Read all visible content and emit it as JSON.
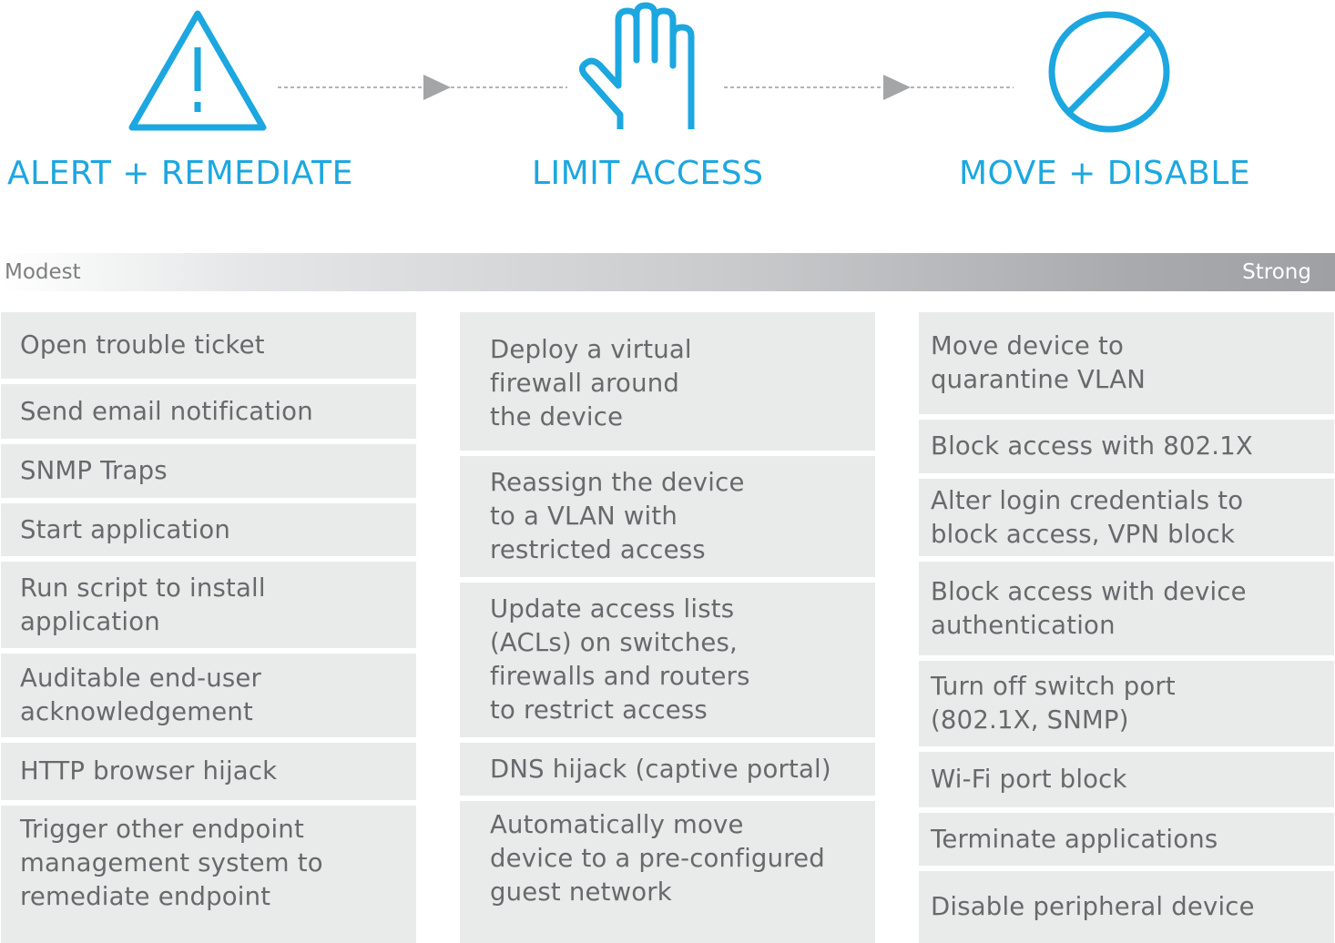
{
  "colors": {
    "accent": "#1ca7e0",
    "cell_bg": "#e9eaea",
    "text": "#68696c",
    "arrow": "#a4a5a7"
  },
  "stages": [
    {
      "icon": "warning-triangle-icon",
      "title": "ALERT + REMEDIATE"
    },
    {
      "icon": "raised-hand-icon",
      "title": "LIMIT ACCESS"
    },
    {
      "icon": "prohibited-icon",
      "title": "MOVE + DISABLE"
    }
  ],
  "scale": {
    "left_label": "Modest",
    "right_label": "Strong"
  },
  "columns": [
    {
      "items": [
        "Open trouble ticket",
        "Send email notification",
        "SNMP Traps",
        "Start application",
        "Run script to install\napplication",
        "Auditable end-user\nacknowledgement",
        "HTTP browser hijack",
        "Trigger other endpoint\nmanagement system to\nremediate endpoint"
      ]
    },
    {
      "items": [
        "Deploy a virtual\nfirewall around\nthe device",
        "Reassign the device\nto a VLAN with\nrestricted access",
        "Update access lists\n(ACLs) on switches,\nfirewalls and routers\nto restrict access",
        "DNS hijack (captive portal)",
        "Automatically move\ndevice to a pre-configured\nguest network"
      ]
    },
    {
      "items": [
        "Move device to\nquarantine VLAN",
        "Block access with 802.1X",
        "Alter login credentials to\nblock access, VPN block",
        "Block access with device\nauthentication",
        "Turn off switch port\n(802.1X, SNMP)",
        "Wi-Fi port block",
        "Terminate applications",
        "Disable peripheral device"
      ]
    }
  ]
}
